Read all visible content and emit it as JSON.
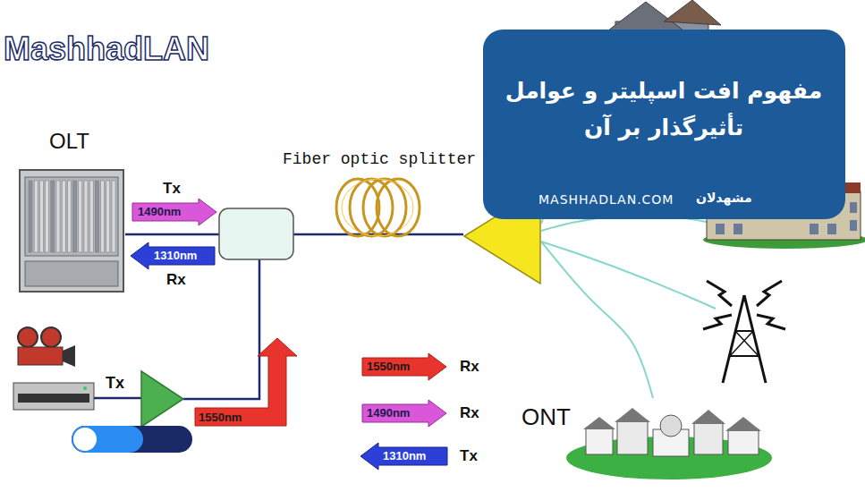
{
  "diagram": {
    "nodes": [
      {
        "text": [
          "مفهوم افت اسپلیتر و عوامل تأثیرگذار بر آن",
          "MASHHADLAN.COM",
          "مشهدلان"
        ]
      },
      {
        "text": [
          "OLT"
        ]
      },
      {
        "text": [
          "Fiber optic splitter"
        ]
      },
      {
        "text": [
          "ONT"
        ]
      }
    ],
    "edges": [
      {
        "from": 1,
        "to": 2,
        "arrow": "none"
      },
      {
        "from": 2,
        "to": 3,
        "arrow": "none"
      }
    ],
    "labels": [
      "MashhadLAN",
      "Tx",
      "1490nm",
      "1310nm",
      "Rx",
      "Tx",
      "1550nm",
      "1550nm",
      "Rx",
      "1490nm",
      "Rx",
      "1310nm",
      "Tx"
    ]
  }
}
